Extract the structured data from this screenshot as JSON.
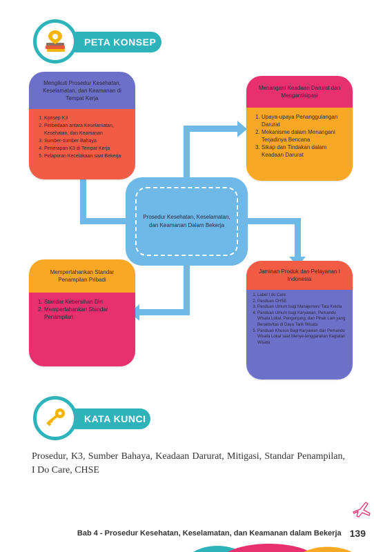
{
  "concept_section": {
    "title": "PETA KONSEP",
    "icon": "map-pin-book-icon"
  },
  "concept_map": {
    "center": {
      "title": "Prosedur Kesehatan, Keselamatan, dan Keamanan Dalam Bekerja"
    },
    "top_left": {
      "title": "Mengikuti Prosedur Kesehatan, Keselamatan, dan Keamanan di Tempat Kerja",
      "items": [
        "Konsep K3",
        "Perbedaan antara Keselamatan, Kesehatan, dan Keamanan",
        "Sumber-sumber Bahaya",
        "Penerapan K3 di Tempat Kerja",
        "Pelaporan Kecelakaan saat Bekerja"
      ],
      "head_color": "#6d70c8",
      "body_color": "#f25c45"
    },
    "top_right": {
      "title": "Menangani Keadaan Darurat dan Mengantisipasi",
      "items": [
        "Upaya-upaya Penanggulangan Darurat",
        "Mekanisme dalam Menangani Terjadinya Bencana",
        "Sikap dan Tindakan dalam Keadaan Darurat"
      ],
      "head_color": "#e8306f",
      "body_color": "#f9a825"
    },
    "bottom_left": {
      "title": "Mempertahankan Standar Penampilan Pribadi",
      "items": [
        "Standar Kebersihan Diri",
        "Mempertahankan Standar Penampilan"
      ],
      "head_color": "#f9a825",
      "body_color": "#e8306f"
    },
    "bottom_right": {
      "title": "Jaminan Produk dan Pelayanan I Indonesia",
      "items": [
        "Label I do Care",
        "Panduan CHSE",
        "Panduan Umum bagi Manajemen/ Tata Kelola",
        "Panduan Umum  bagi  Karyawan, Pemandu Wisata Lokal, Pengunjung, dan Pihak Lain yang Beraktivitas di Daya Tarik Wisata",
        "Panduan Khusus Bagi Karyawan dan Pemandu Wisata Lokal saat Menye-lenggarakan Kegiatan Wisata"
      ],
      "head_color": "#f25c45",
      "body_color": "#6d70c8"
    },
    "connector_color": "#6fb9e9"
  },
  "keyword_section": {
    "title": "KATA KUNCI",
    "icon": "key-icon"
  },
  "keywords": "Prosedur, K3, Sumber Bahaya, Keadaan Darurat, Mitigasi, Standar Penampilan, I Do Care, CHSE",
  "footer": {
    "chapter": "Bab 4 - Prosedur Kesehatan, Keselamatan, dan  Keamanan dalam Bekerja",
    "page": "139"
  },
  "accent_color": "#2fb3bb"
}
